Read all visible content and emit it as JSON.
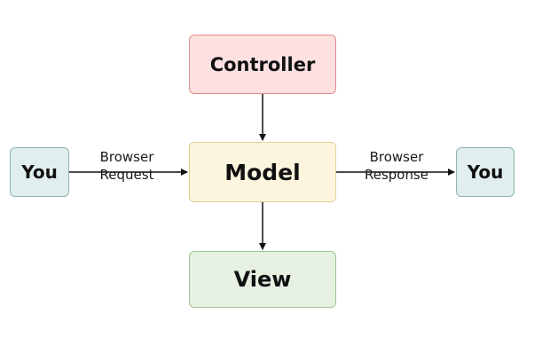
{
  "diagram": {
    "nodes": {
      "controller": "Controller",
      "model": "Model",
      "view": "View",
      "you_left": "You",
      "you_right": "You"
    },
    "edges": {
      "request": {
        "line1": "Browser",
        "line2": "Request"
      },
      "response": {
        "line1": "Browser",
        "line2": "Response"
      }
    }
  }
}
